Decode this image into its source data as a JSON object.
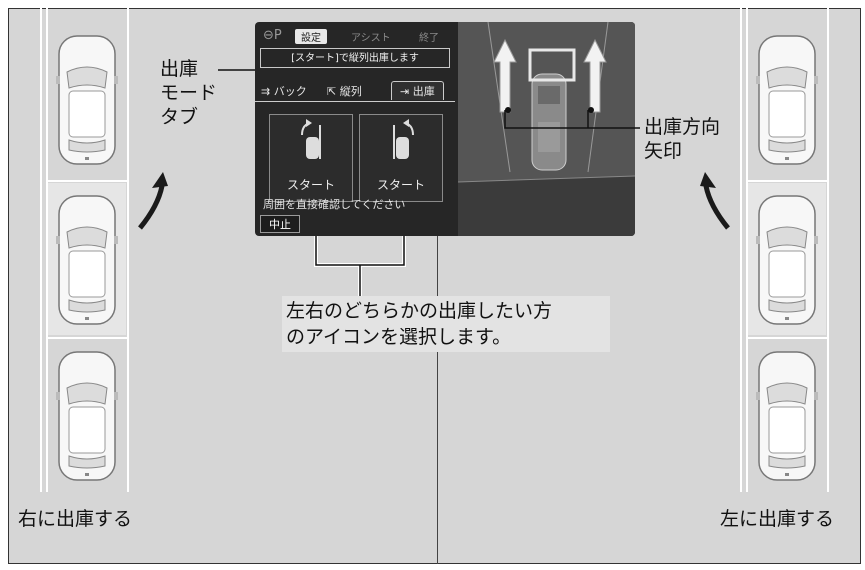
{
  "screen": {
    "settings_label": "設定",
    "assist_label": "アシスト",
    "end_label": "終了",
    "message": "[スタート]で縦列出庫します",
    "tabs": [
      {
        "label": "バック",
        "icon": "back-park-icon"
      },
      {
        "label": "縦列",
        "icon": "parallel-park-icon"
      },
      {
        "label": "出庫",
        "icon": "exit-park-icon"
      }
    ],
    "left_start_label": "スタート",
    "right_start_label": "スタート",
    "notice": "周囲を直接確認してください",
    "stop_label": "中止"
  },
  "annotations": {
    "exit_mode_tab_line1": "出庫",
    "exit_mode_tab_line2": "モード",
    "exit_mode_tab_line3": "タブ",
    "exit_direction_arrow_line1": "出庫方向",
    "exit_direction_arrow_line2": "矢印",
    "select_instruction_line1": "左右のどちらかの出庫したい方",
    "select_instruction_line2": "のアイコンを選択します。",
    "exit_right": "右に出庫する",
    "exit_left": "左に出庫する"
  },
  "colors": {
    "background": "#d6d6d6",
    "screen": "#262626",
    "camera": "#4a4a4a",
    "stall_line": "#ffffff",
    "arrow": "#1a1a1a"
  }
}
